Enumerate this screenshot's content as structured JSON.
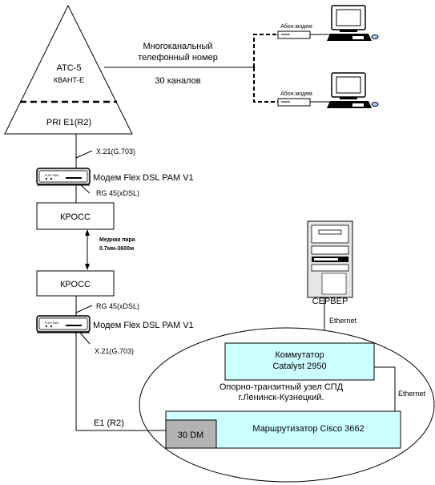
{
  "pbx": {
    "name": "АТС-5",
    "model": "КВАНТ-Е",
    "interface": "PRI E1(R2)"
  },
  "trunk": {
    "line1": "Многоканальный",
    "line2": "телефонный номер",
    "channels": "30 каналов"
  },
  "subscriber_modem_label": "Абон.модем",
  "modem_top": {
    "name": "Модем Flex DSL PAM V1",
    "port_upper": "X.21(G.703)",
    "port_lower": "RG 45(xDSL)",
    "device_text": "FLEX PAM"
  },
  "cross_top": "КРОСС",
  "copper": {
    "line1": "Медная пара",
    "line2": "0.7мм-3600м"
  },
  "cross_bottom": "КРОСС",
  "modem_bottom": {
    "name": "Модем Flex DSL PAM V1",
    "port_upper": "RG 45(xDSL)",
    "port_lower": "X.21(G.703)",
    "device_text": "FLEX PAM"
  },
  "server": {
    "label": "СЕРВЕР"
  },
  "ethernet_top": "Ethernet",
  "ethernet_right": "Ethernet",
  "switch": {
    "line1": "Коммутатор",
    "line2": "Catalyst 2950"
  },
  "node": {
    "line1": "Опорно-транзитный узел СПД",
    "line2": "г.Ленинск-Кузнецкий."
  },
  "router": {
    "module": "30 DM",
    "name": "Маршрутизатор Cisco 3662"
  },
  "e1_label": "E1 (R2)",
  "colors": {
    "cyan": "#ccffff",
    "gray": "#b3b3b3",
    "device": "#d9d9d9"
  }
}
